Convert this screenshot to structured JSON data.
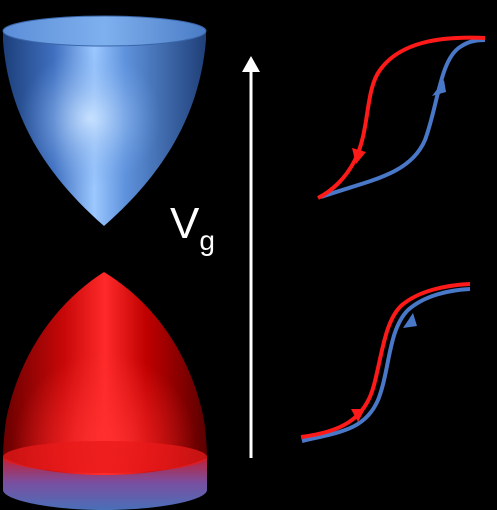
{
  "gate_voltage": {
    "symbol": "V",
    "subscript": "g"
  },
  "colors": {
    "background": "#000000",
    "conduction_band": "#5a8fd6",
    "valence_band": "#e01818",
    "arrow": "#ffffff",
    "forward_sweep": "#ff1a1a",
    "backward_sweep": "#4a78c8"
  },
  "panels": [
    {
      "name": "top-hysteresis",
      "description_shape": "wide-loop"
    },
    {
      "name": "bottom-hysteresis",
      "description_shape": "narrow-loop"
    }
  ]
}
